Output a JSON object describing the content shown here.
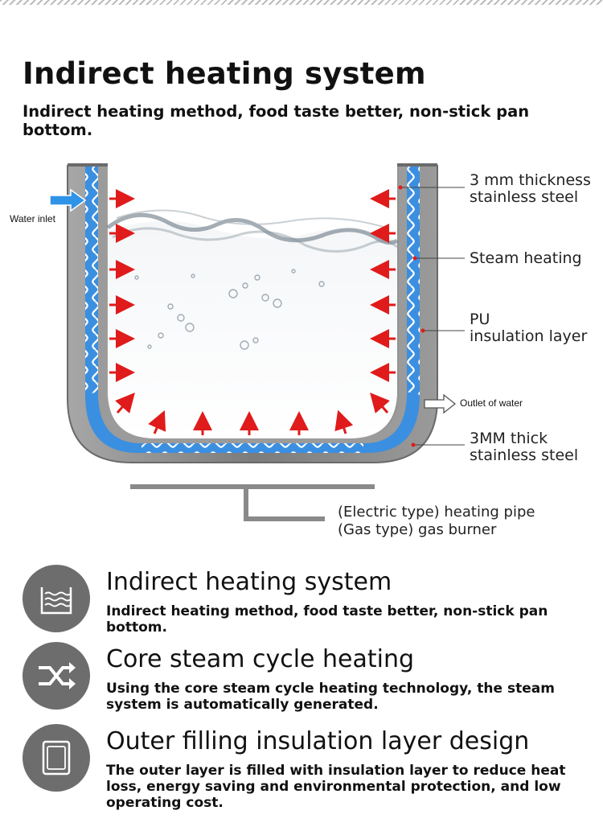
{
  "header": {
    "title": "Indirect heating system",
    "subtitle": "Indirect heating method, food taste better, non-stick pan bottom."
  },
  "diagram": {
    "labels": {
      "water_inlet": "Water inlet",
      "outlet_of_water": "Outlet of water",
      "steel_top_line1": "3 mm thickness",
      "steel_top_line2": "stainless steel",
      "steam_heating": "Steam heating",
      "pu_line1": "PU",
      "pu_line2": "insulation layer",
      "steel_bottom_line1": "3MM thick",
      "steel_bottom_line2": "stainless steel",
      "heater_line1": "(Electric type) heating pipe",
      "heater_line2": "(Gas type) gas burner"
    },
    "colors": {
      "steel": "#8c8c8c",
      "steam_channel": "#3b8fe0",
      "arrow": "#e01b1b",
      "inlet_arrow": "#2f93e8"
    }
  },
  "features": [
    {
      "icon": "water-tank-icon",
      "title": "Indirect heating system",
      "text": "Indirect heating method, food taste better, non-stick pan bottom."
    },
    {
      "icon": "shuffle-icon",
      "title": "Core steam cycle heating",
      "text": "Using the core steam cycle heating technology, the steam system is automatically generated."
    },
    {
      "icon": "insulation-panel-icon",
      "title": "Outer filling insulation layer design",
      "text": "The outer layer is filled with insulation layer to reduce heat loss, energy saving and environmental protection, and low operating cost."
    }
  ]
}
